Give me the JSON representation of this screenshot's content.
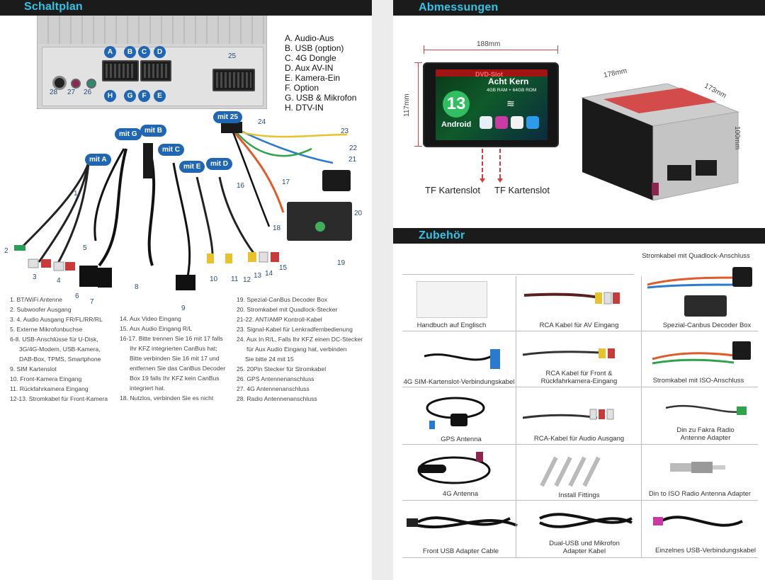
{
  "left": {
    "title": "Schaltplan",
    "port_letters": [
      "A",
      "B",
      "C",
      "D",
      "H",
      "G",
      "F",
      "E"
    ],
    "port_numbers": [
      "25",
      "28",
      "27",
      "26"
    ],
    "legend": [
      "A. Audio-Aus",
      "B. USB (option)",
      "C. 4G Dongle",
      "D. Aux AV-IN",
      "E. Kamera-Ein",
      "F. Option",
      "G. USB & Mikrofon",
      "H. DTV-IN"
    ],
    "cable_tags": [
      "mit A",
      "mit G",
      "mit B",
      "mit C",
      "mit E",
      "mit D",
      "mit 25"
    ],
    "cable_numbers": [
      "1",
      "2",
      "3",
      "4",
      "5",
      "6",
      "7",
      "8",
      "9",
      "10",
      "11",
      "12",
      "13",
      "14",
      "15",
      "16",
      "17",
      "18",
      "19",
      "20",
      "21",
      "22",
      "23",
      "24"
    ],
    "desc_col1": [
      "1. BT/WiFi Antenne",
      "2. Subwoofer Ausgang",
      "3. 4. Audio Ausgang FR/FL/RR/RL",
      "5. Externe Mikrofonbuchse",
      "6-8. USB-Anschlüsse für U-Disk,",
      "3G/4G-Modem, USB-Kamera,",
      "DAB-Box, TPMS, Smartphone",
      "9. SIM Kartenslot",
      "10. Front-Kamera Eingang",
      "11. Rückfahrkamera Eingang",
      "12-13. Stromkabel für Front-Kamera"
    ],
    "desc_col2": [
      "14. Aux Video Eingang",
      "15. Aux Audio Eingang R/L",
      "16-17. Bitte trennen Sie 16 mit 17 falls",
      "Ihr KFZ integrierten CanBus hat;",
      "Bitte verbinden Sie 16 mit 17 und",
      "entfernen Sie das CanBus Decoder",
      "Box 19 falls Ihr KFZ kein CanBus",
      "integriert hat.",
      "18. Nutzlos, verbinden Sie es nicht"
    ],
    "desc_col3": [
      "19. Spezial-CanBus Decoder Box",
      "20. Stromkabel mit Quadlock-Stecker",
      "21-22. ANT/AMP Kontroll-Kabel",
      "23. Signal-Kabel für Lenkradfernbedienung",
      "24. Aux In R/L, Falls Ihr KFZ einen DC-Stecker",
      "für Aux Audio Eingang hat, verbinden",
      "Sie bitte 24 mit 15",
      "25. 20Pin Stecker für Stromkabel",
      "26. GPS Antennenanschluss",
      "27. 4G Antennenanschluss",
      "28. Radio Antennenanschluss"
    ]
  },
  "right": {
    "dims_title": "Abmessungen",
    "dim_width": "188mm",
    "dim_height": "117mm",
    "dim_depth1": "178mm",
    "dim_depth2": "173mm",
    "dim_height2": "100mm",
    "screen_banner1": "DVD-Slot",
    "screen_banner2": "Acht Kern",
    "screen_specs": "4GB RAM + 64GB ROM",
    "android_version": "13",
    "android_label": "Android",
    "tf_label_1": "TF Kartenslot",
    "tf_label_2": "TF Kartenslot",
    "acc_title": "Zubehör",
    "acc_items": [
      "Stromkabel mit Quadlock-Anschluss",
      "Handbuch auf Englisch",
      "RCA Kabel für AV Eingang",
      "Spezial-Canbus Decoder Box",
      "4G SIM-Kartenslot-Verbindungskabel",
      "RCA Kabel für Front &",
      "Rückfahrkamera-Eingang",
      "Stromkabel mit ISO-Anschluss",
      "GPS Antenna",
      "RCA-Kabel für Audio Ausgang",
      "Din zu Fakra Radio",
      "Antenne Adapter",
      "4G Antenna",
      "Install Fittings",
      "Din to ISO Radio Antenna Adapter",
      "Front USB Adapter Cable",
      "Dual-USB und Mikrofon",
      "Adapter Kabel",
      "Einzelnes USB-Verbindungskabel"
    ]
  }
}
